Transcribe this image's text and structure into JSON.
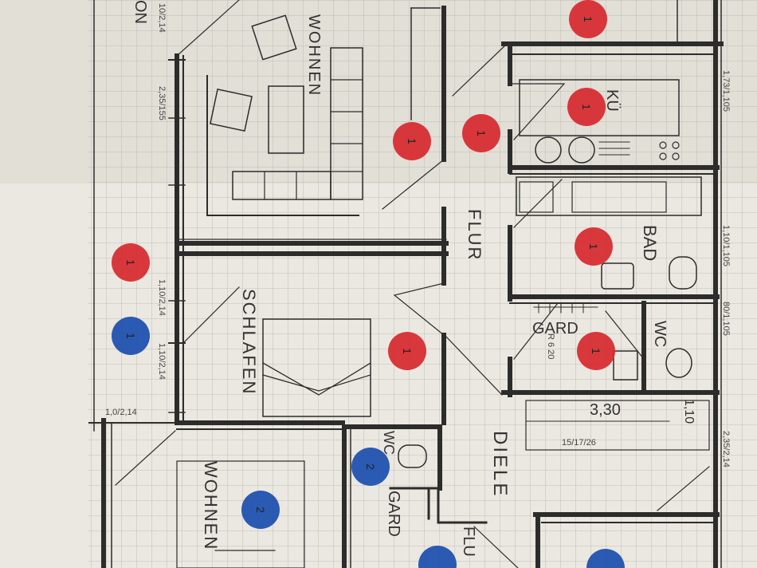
{
  "rooms": {
    "wohnen_top": "WOHNEN",
    "flur_top": "FLUR",
    "kue": "KÜ",
    "bad": "BAD",
    "gard_top": "GARD",
    "wc_top": "WC",
    "schlafen": "SCHLAFEN",
    "diele": "DIELE",
    "wohnen_bottom": "WOHNEN",
    "wc_bottom": "WC",
    "gard_bottom": "GARD",
    "flur_bottom": "FLU",
    "partial_top_left": "ON"
  },
  "dimensions": {
    "d1": "10/2,14",
    "d2": "2,35/155",
    "d3": "1,73/1,105",
    "d4": "1,10/1,105",
    "d5": "1,10/2,14",
    "d6": "1,10/2,14",
    "d7": "1,0/2,14",
    "d8": "80/1,105",
    "d9": "2,35/2,14",
    "d10": "3,30",
    "d11": "1,10",
    "d12": "15/17/26",
    "d13": "R 6 20"
  },
  "markers": {
    "red_color": "#d62a2f",
    "blue_color": "#1c4fae",
    "red": [
      {
        "label": "1"
      },
      {
        "label": "1"
      },
      {
        "label": "1"
      },
      {
        "label": "1"
      },
      {
        "label": "1"
      },
      {
        "label": "1"
      },
      {
        "label": "1"
      },
      {
        "label": "1"
      }
    ],
    "blue": [
      {
        "label": "1"
      },
      {
        "label": "2"
      },
      {
        "label": "2"
      },
      {
        "label": ""
      },
      {
        "label": ""
      }
    ]
  }
}
